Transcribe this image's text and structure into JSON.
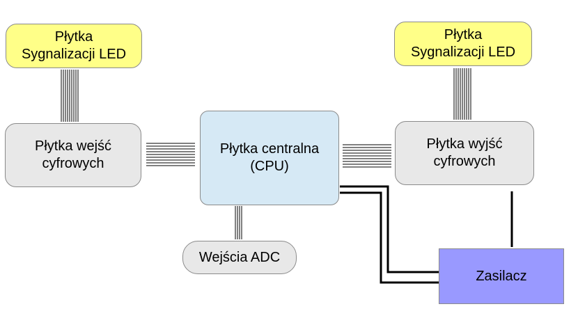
{
  "nodes": {
    "led_left": "Płytka\nSygnalizacji LED",
    "led_right": "Płytka\nSygnalizacji LED",
    "digital_inputs": "Płytka  wejść\ncyfrowych",
    "cpu": "Płytka centralna\n(CPU)",
    "digital_outputs": "Płytka  wyjść\ncyfrowych",
    "adc_inputs": "Wejścia ADC",
    "power_supply": "Zasilacz"
  },
  "colors": {
    "led_fill": "#ffff88",
    "io_fill": "#e8e8e8",
    "cpu_fill": "#d6e9f5",
    "power_fill": "#9999ff",
    "border": "#8a8a8a",
    "connector": "#000000"
  }
}
